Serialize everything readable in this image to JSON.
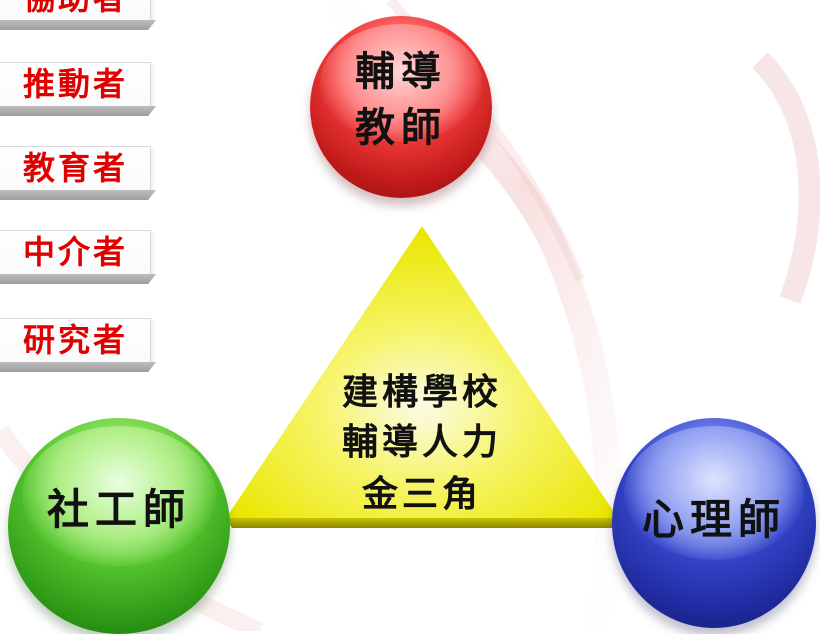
{
  "roles": [
    {
      "label": "協助者"
    },
    {
      "label": "推動者"
    },
    {
      "label": "教育者"
    },
    {
      "label": "中介者"
    },
    {
      "label": "研究者"
    }
  ],
  "spheres": {
    "teacher": {
      "line1": "輔導",
      "line2": "教師"
    },
    "social_worker": {
      "label": "社工師"
    },
    "psychologist": {
      "label": "心理師"
    }
  },
  "triangle": {
    "line1": "建構學校",
    "line2": "輔導人力",
    "line3": "金三角"
  },
  "colors": {
    "role_text": "#e00000",
    "teacher_sphere": "#e53030",
    "social_sphere": "#3fae1e",
    "psych_sphere": "#2a36b8",
    "triangle": "#f2f200"
  }
}
